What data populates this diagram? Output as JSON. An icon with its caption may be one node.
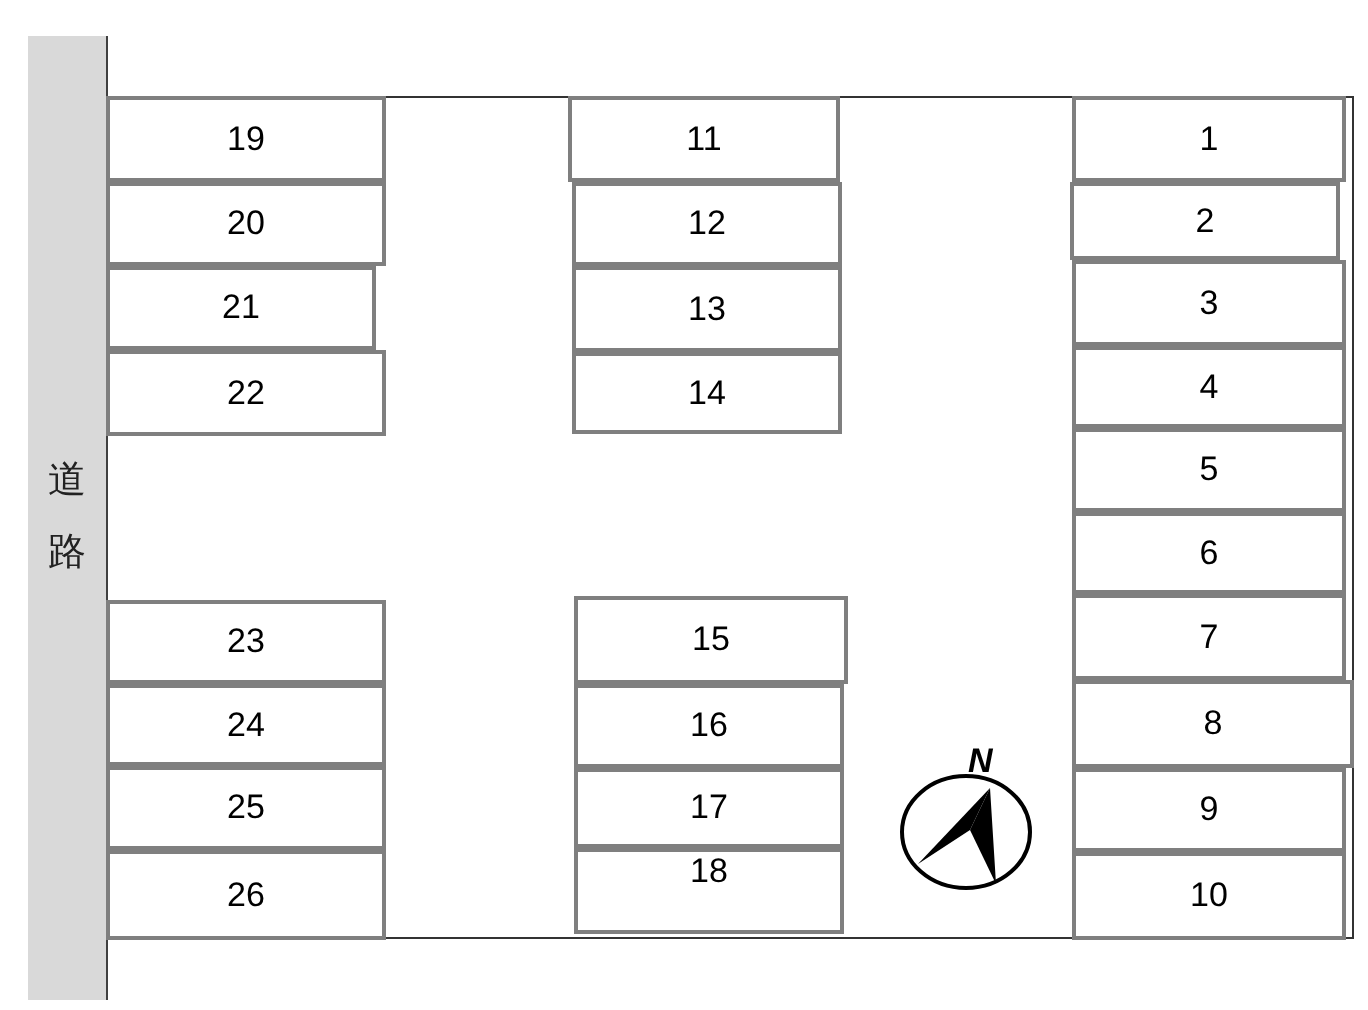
{
  "diagram": {
    "nodes": [
      {
        "text": [
          "道路"
        ]
      },
      {
        "text": [
          "1"
        ]
      },
      {
        "text": [
          "2"
        ]
      },
      {
        "text": [
          "3"
        ]
      },
      {
        "text": [
          "4"
        ]
      },
      {
        "text": [
          "5"
        ]
      },
      {
        "text": [
          "6"
        ]
      },
      {
        "text": [
          "7"
        ]
      },
      {
        "text": [
          "8"
        ]
      },
      {
        "text": [
          "9"
        ]
      },
      {
        "text": [
          "10"
        ]
      },
      {
        "text": [
          "11"
        ]
      },
      {
        "text": [
          "12"
        ]
      },
      {
        "text": [
          "13"
        ]
      },
      {
        "text": [
          "14"
        ]
      },
      {
        "text": [
          "15"
        ]
      },
      {
        "text": [
          "16"
        ]
      },
      {
        "text": [
          "17"
        ]
      },
      {
        "text": [
          "18"
        ]
      },
      {
        "text": [
          "19"
        ]
      },
      {
        "text": [
          "20"
        ]
      },
      {
        "text": [
          "21"
        ]
      },
      {
        "text": [
          "22"
        ]
      },
      {
        "text": [
          "23"
        ]
      },
      {
        "text": [
          "24"
        ]
      },
      {
        "text": [
          "25"
        ]
      },
      {
        "text": [
          "26"
        ]
      }
    ],
    "labels": [
      "N"
    ]
  }
}
